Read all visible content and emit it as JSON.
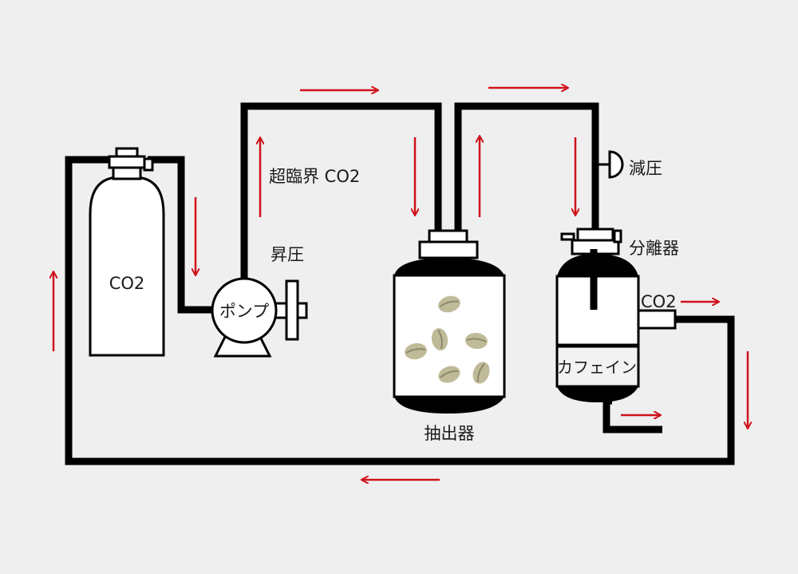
{
  "labels": {
    "cylinder": "CO2",
    "pump": "ポンプ",
    "pressurize": "昇圧",
    "supercritical": "超臨界 CO2",
    "extractor": "抽出器",
    "depressurize": "減圧",
    "separator": "分離器",
    "co2_out": "CO2",
    "caffeine": "カフェイン"
  },
  "colors": {
    "background": "#efefef",
    "pipe": "#000000",
    "arrow": "#d0121b",
    "vessel": "#ffffff",
    "bean": "#bfba98",
    "bean_line": "#8c8a6c"
  },
  "icons": {
    "flow_arrow": "arrow-icon",
    "bean": "coffee-bean-icon",
    "valve": "valve-handle-icon"
  }
}
